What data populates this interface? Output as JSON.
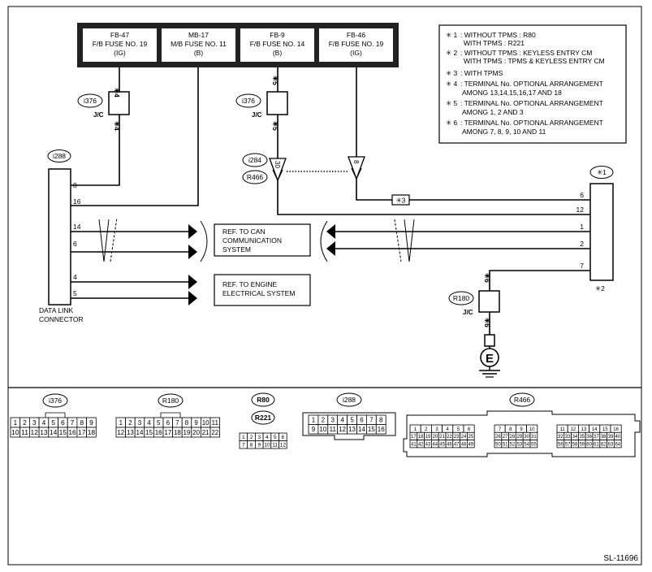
{
  "fuses": [
    {
      "id": "FB-47",
      "name": "F/B FUSE NO. 19",
      "ign": "(IG)"
    },
    {
      "id": "MB-17",
      "name": "M/B FUSE NO. 11",
      "ign": "(B)"
    },
    {
      "id": "FB-9",
      "name": "F/B FUSE NO. 14",
      "ign": "(B)"
    },
    {
      "id": "FB-46",
      "name": "F/B FUSE NO. 19",
      "ign": "(IG)"
    }
  ],
  "notes": [
    {
      "mark": "✳ 1",
      "lines": [
        ": WITHOUT TPMS : R80",
        "WITH TPMS  : R221"
      ]
    },
    {
      "mark": "✳ 2",
      "lines": [
        ": WITHOUT TPMS : KEYLESS ENTRY CM",
        "WITH TPMS  : TPMS & KEYLESS ENTRY CM"
      ]
    },
    {
      "mark": "✳ 3",
      "lines": [
        ": WITH TPMS"
      ]
    },
    {
      "mark": "✳ 4",
      "lines": [
        ": TERMINAL No. OPTIONAL ARRANGEMENT",
        "AMONG 13,14,15,16,17 AND 18"
      ]
    },
    {
      "mark": "✳ 5",
      "lines": [
        ": TERMINAL No. OPTIONAL ARRANGEMENT",
        "AMONG 1, 2 AND 3"
      ]
    },
    {
      "mark": "✳ 6",
      "lines": [
        ": TERMINAL No. OPTIONAL ARRANGEMENT",
        "AMONG 7, 8, 9, 10 AND 11"
      ]
    }
  ],
  "labels": {
    "i376": "i376",
    "jc": "J/C",
    "star4": "✳4",
    "star5": "✳5",
    "star6": "✳6",
    "i288": "i288",
    "i284": "i284",
    "r466": "R466",
    "pin30": "30",
    "pin8": "8",
    "star3": "✳3",
    "star1": "✳1",
    "star2": "✳2",
    "r180": "R180",
    "ground": "E",
    "dlc_line1": "DATA LINK",
    "dlc_line2": "CONNECTOR",
    "can_ref": [
      "REF. TO CAN",
      "COMMUNICATION",
      "SYSTEM"
    ],
    "engine_ref": [
      "REF. TO ENGINE",
      "ELECTRICAL SYSTEM"
    ],
    "diagram_id": "SL-11696"
  },
  "dlc_pins": [
    "8",
    "16",
    "14",
    "6",
    "4",
    "5"
  ],
  "cm_pins": [
    "6",
    "12",
    "1",
    "2",
    "7"
  ],
  "connector_views": {
    "i376": {
      "label": "i376",
      "rows": [
        [
          "1",
          "2",
          "3",
          "4",
          "5",
          "6",
          "7",
          "8",
          "9"
        ],
        [
          "10",
          "11",
          "12",
          "13",
          "14",
          "15",
          "16",
          "17",
          "18"
        ]
      ]
    },
    "R180": {
      "label": "R180",
      "rows": [
        [
          "1",
          "2",
          "3",
          "4",
          "5",
          "6",
          "7",
          "8",
          "9",
          "10",
          "11"
        ],
        [
          "12",
          "13",
          "14",
          "15",
          "16",
          "17",
          "18",
          "19",
          "20",
          "21",
          "22"
        ]
      ]
    },
    "R80": {
      "label": "R80"
    },
    "R221": {
      "label": "R221",
      "rows": [
        [
          "1",
          "2",
          "3",
          "4",
          "5",
          "6"
        ],
        [
          "7",
          "8",
          "9",
          "10",
          "11",
          "12"
        ]
      ]
    },
    "i288": {
      "label": "i288",
      "rows": [
        [
          "1",
          "2",
          "3",
          "4",
          "5",
          "6",
          "7",
          "8"
        ],
        [
          "9",
          "10",
          "11",
          "12",
          "13",
          "14",
          "15",
          "16"
        ]
      ]
    },
    "R466": {
      "label": "R466",
      "blocks": [
        {
          "rows": [
            [
              "1",
              "2",
              "3",
              "4",
              "5",
              "6"
            ],
            [
              "17",
              "18",
              "19",
              "20",
              "21",
              "22",
              "23",
              "24",
              "25"
            ],
            [
              "41",
              "42",
              "43",
              "44",
              "45",
              "46",
              "47",
              "48",
              "49"
            ]
          ]
        },
        {
          "rows": [
            [
              "7",
              "8",
              "9",
              "10"
            ],
            [
              "26",
              "27",
              "28",
              "29",
              "30",
              "31"
            ],
            [
              "50",
              "51",
              "52",
              "53",
              "54",
              "55"
            ]
          ]
        },
        {
          "rows": [
            [
              "11",
              "12",
              "13",
              "14",
              "15",
              "16"
            ],
            [
              "32",
              "33",
              "34",
              "35",
              "36",
              "37",
              "38",
              "39",
              "40"
            ],
            [
              "56",
              "57",
              "58",
              "59",
              "60",
              "61",
              "62",
              "63",
              "64"
            ]
          ]
        }
      ]
    }
  }
}
